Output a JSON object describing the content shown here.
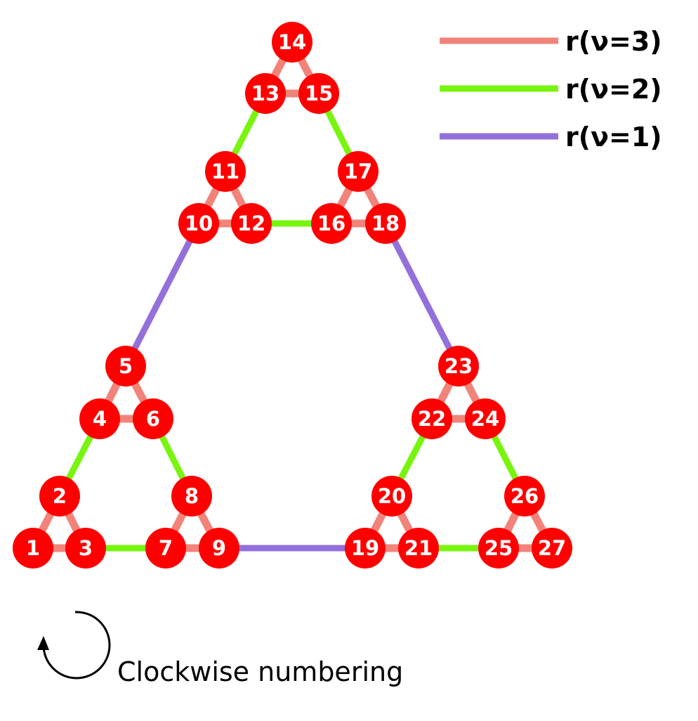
{
  "colors": {
    "level3": "#f2837a",
    "level2": "#77f50e",
    "level1": "#9370db",
    "node_fill": "#ff0000",
    "node_text": "#ffffff",
    "arrow": "#000000"
  },
  "legend": [
    {
      "label": "r(ν=3)",
      "level": 3
    },
    {
      "label": "r(ν=2)",
      "level": 2
    },
    {
      "label": "r(ν=1)",
      "level": 1
    }
  ],
  "nodes": [
    {
      "id": "1",
      "label": "1"
    },
    {
      "id": "2",
      "label": "2"
    },
    {
      "id": "3",
      "label": "3"
    },
    {
      "id": "4",
      "label": "4"
    },
    {
      "id": "5",
      "label": "5"
    },
    {
      "id": "6",
      "label": "6"
    },
    {
      "id": "7",
      "label": "7"
    },
    {
      "id": "8",
      "label": "8"
    },
    {
      "id": "9",
      "label": "9"
    },
    {
      "id": "10",
      "label": "10"
    },
    {
      "id": "11",
      "label": "11"
    },
    {
      "id": "12",
      "label": "12"
    },
    {
      "id": "13",
      "label": "13"
    },
    {
      "id": "14",
      "label": "14"
    },
    {
      "id": "15",
      "label": "15"
    },
    {
      "id": "16",
      "label": "16"
    },
    {
      "id": "17",
      "label": "17"
    },
    {
      "id": "18",
      "label": "18"
    },
    {
      "id": "19",
      "label": "19"
    },
    {
      "id": "20",
      "label": "20"
    },
    {
      "id": "21",
      "label": "21"
    },
    {
      "id": "22",
      "label": "22"
    },
    {
      "id": "23",
      "label": "23"
    },
    {
      "id": "24",
      "label": "24"
    },
    {
      "id": "25",
      "label": "25"
    },
    {
      "id": "26",
      "label": "26"
    },
    {
      "id": "27",
      "label": "27"
    }
  ],
  "edges": [
    {
      "from": "1",
      "to": "2",
      "level": 3
    },
    {
      "from": "2",
      "to": "3",
      "level": 3
    },
    {
      "from": "1",
      "to": "3",
      "level": 3
    },
    {
      "from": "4",
      "to": "5",
      "level": 3
    },
    {
      "from": "5",
      "to": "6",
      "level": 3
    },
    {
      "from": "4",
      "to": "6",
      "level": 3
    },
    {
      "from": "7",
      "to": "8",
      "level": 3
    },
    {
      "from": "8",
      "to": "9",
      "level": 3
    },
    {
      "from": "7",
      "to": "9",
      "level": 3
    },
    {
      "from": "10",
      "to": "11",
      "level": 3
    },
    {
      "from": "11",
      "to": "12",
      "level": 3
    },
    {
      "from": "10",
      "to": "12",
      "level": 3
    },
    {
      "from": "13",
      "to": "14",
      "level": 3
    },
    {
      "from": "14",
      "to": "15",
      "level": 3
    },
    {
      "from": "13",
      "to": "15",
      "level": 3
    },
    {
      "from": "16",
      "to": "17",
      "level": 3
    },
    {
      "from": "17",
      "to": "18",
      "level": 3
    },
    {
      "from": "16",
      "to": "18",
      "level": 3
    },
    {
      "from": "19",
      "to": "20",
      "level": 3
    },
    {
      "from": "20",
      "to": "21",
      "level": 3
    },
    {
      "from": "19",
      "to": "21",
      "level": 3
    },
    {
      "from": "22",
      "to": "23",
      "level": 3
    },
    {
      "from": "23",
      "to": "24",
      "level": 3
    },
    {
      "from": "22",
      "to": "24",
      "level": 3
    },
    {
      "from": "25",
      "to": "26",
      "level": 3
    },
    {
      "from": "26",
      "to": "27",
      "level": 3
    },
    {
      "from": "25",
      "to": "27",
      "level": 3
    },
    {
      "from": "2",
      "to": "4",
      "level": 2
    },
    {
      "from": "6",
      "to": "8",
      "level": 2
    },
    {
      "from": "3",
      "to": "7",
      "level": 2
    },
    {
      "from": "11",
      "to": "13",
      "level": 2
    },
    {
      "from": "15",
      "to": "17",
      "level": 2
    },
    {
      "from": "12",
      "to": "16",
      "level": 2
    },
    {
      "from": "20",
      "to": "22",
      "level": 2
    },
    {
      "from": "24",
      "to": "26",
      "level": 2
    },
    {
      "from": "21",
      "to": "25",
      "level": 2
    },
    {
      "from": "5",
      "to": "10",
      "level": 1
    },
    {
      "from": "18",
      "to": "23",
      "level": 1
    },
    {
      "from": "9",
      "to": "19",
      "level": 1
    }
  ],
  "caption": "Clockwise numbering"
}
